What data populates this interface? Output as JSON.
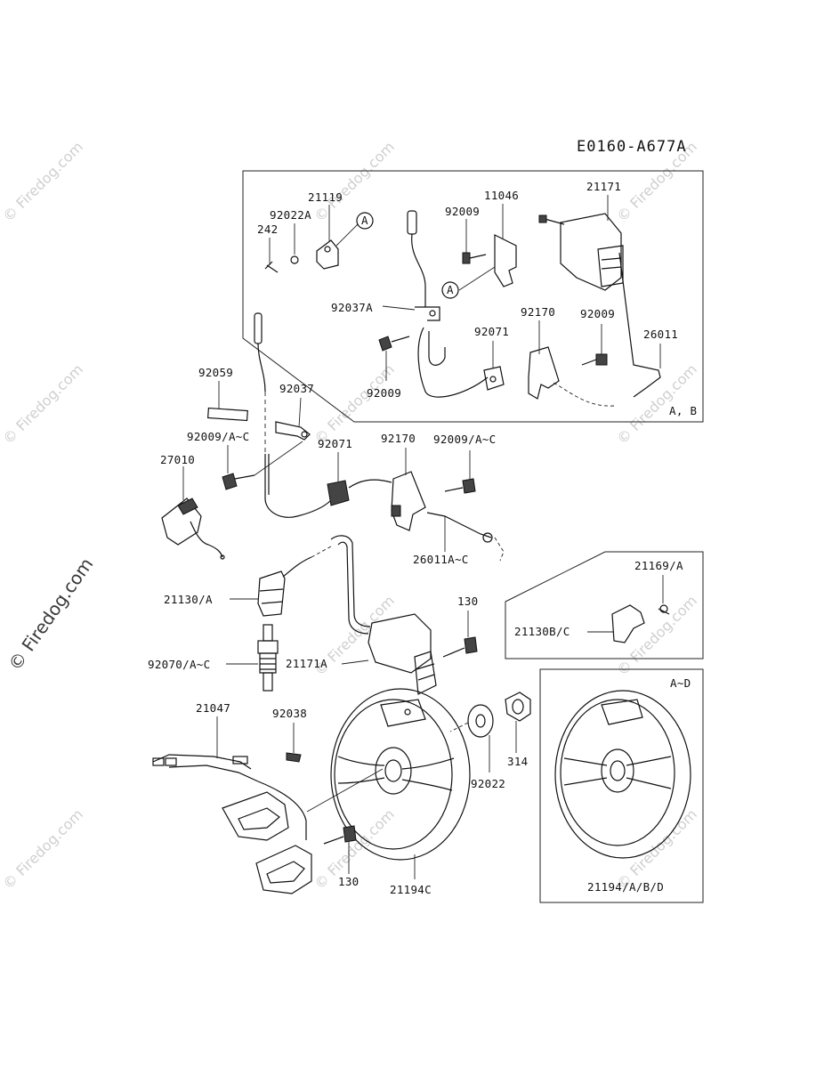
{
  "diagram_code": "E0160-A677A",
  "watermark": "© Firedog.com",
  "inset_labels": {
    "top_right_box": "A, B",
    "bottom_right_box": "A~D",
    "callout": "A"
  },
  "part_labels": {
    "p21119": "21119",
    "p92022A": "92022A",
    "p242": "242",
    "p11046": "11046",
    "p92009_top": "92009",
    "p21171": "21171",
    "p92037A": "92037A",
    "p92170_top": "92170",
    "p92009_mid": "92009",
    "p26011": "26011",
    "p92071_top": "92071",
    "p92009_low": "92009",
    "p92059": "92059",
    "p92037": "92037",
    "p92009_AC_left": "92009/A~C",
    "p92071": "92071",
    "p92170": "92170",
    "p92009_AC_right": "92009/A~C",
    "p27010": "27010",
    "p26011_AC": "26011A~C",
    "p21169_A": "21169/A",
    "p21130_A": "21130/A",
    "p21130B_C": "21130B/C",
    "p130_top": "130",
    "p92070": "92070/A~C",
    "p21171A": "21171A",
    "p21047": "21047",
    "p92038": "92038",
    "p314": "314",
    "p92022": "92022",
    "p130_bottom": "130",
    "p21194C": "21194C",
    "p21194_ABD": "21194/A/B/D"
  }
}
